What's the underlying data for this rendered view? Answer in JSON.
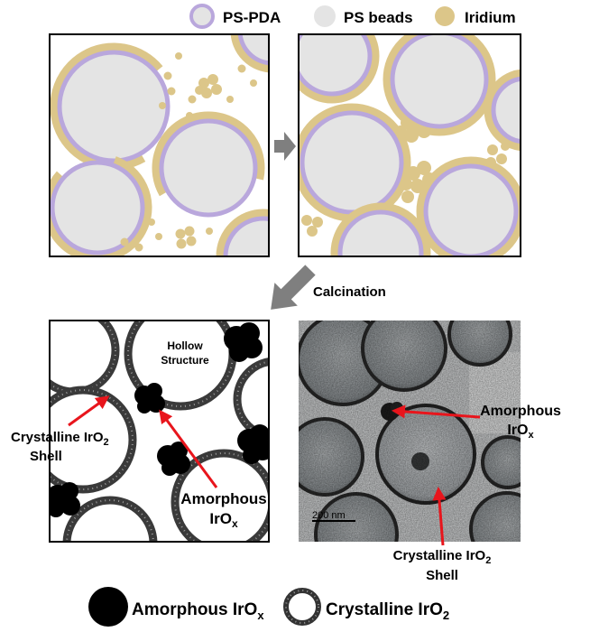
{
  "legend_top": [
    {
      "label": "PS-PDA",
      "icon": "ps-pda-icon"
    },
    {
      "label": "PS beads",
      "icon": "ps-bead-icon"
    },
    {
      "label": "Iridium",
      "icon": "iridium-icon"
    }
  ],
  "process_step": "Calcination",
  "schematic_labels": {
    "hollow": [
      "Hollow",
      "Structure"
    ],
    "crystalline": {
      "text": "Crystalline IrO",
      "sub": "2",
      "line2": "Shell"
    },
    "amorphous": {
      "line1": "Amorphous",
      "text": "IrO",
      "sub": "x"
    }
  },
  "tem_labels": {
    "amorphous": {
      "line1": "Amorphous",
      "text": "IrO",
      "sub": "x"
    },
    "crystalline": {
      "text": "Crystalline IrO",
      "sub": "2",
      "line2": "Shell"
    },
    "scale_bar": "200 nm"
  },
  "legend_bottom": [
    {
      "text": "Amorphous IrO",
      "sub": "x",
      "icon": "amorphous-irox-icon"
    },
    {
      "text": "Crystalline IrO",
      "sub": "2",
      "icon": "crystalline-iro2-icon"
    }
  ],
  "colors": {
    "ps_pda": "#b9a7dc",
    "ps_bead": "#e4e4e4",
    "iridium": "#dcc689",
    "annotation_arrow": "#e8151c",
    "process_arrow": "#7f7f7f"
  }
}
